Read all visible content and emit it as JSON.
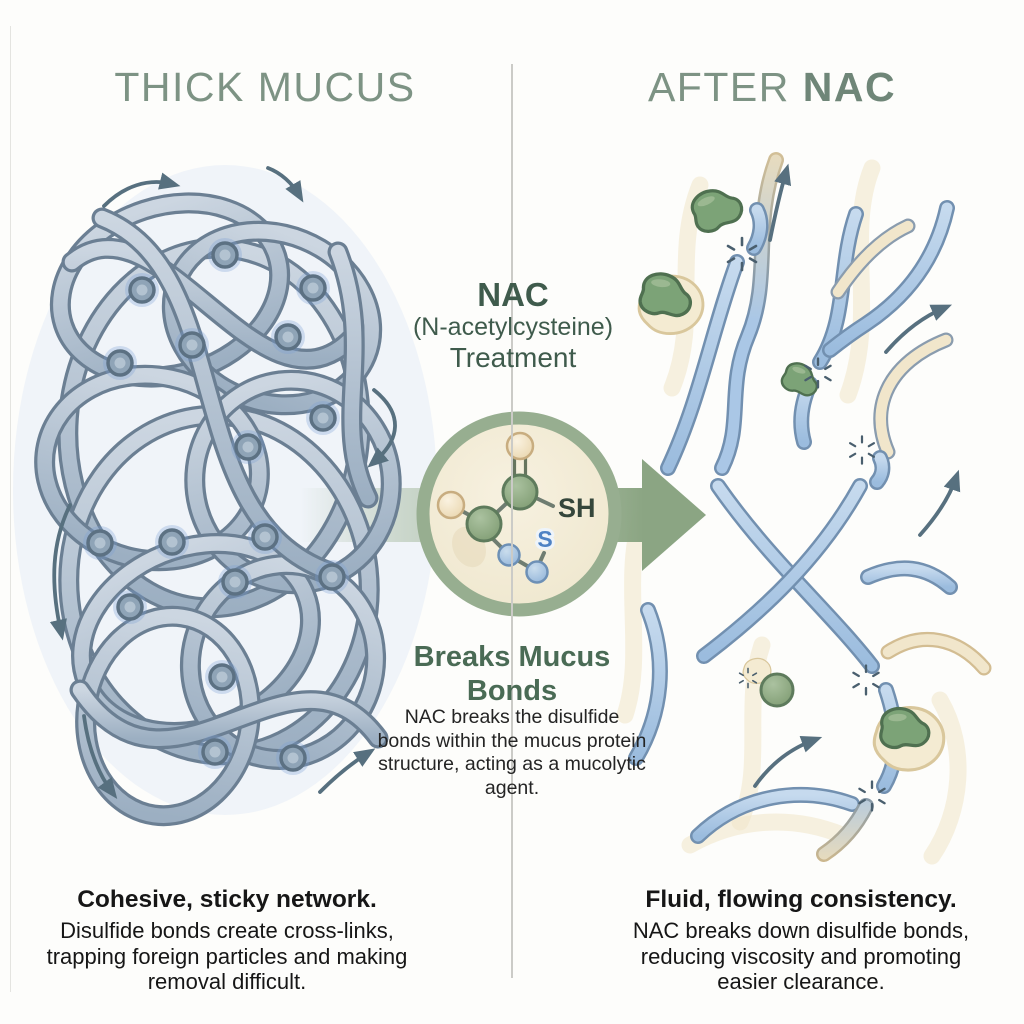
{
  "panels": {
    "left": {
      "title": "THICK MUCUS",
      "caption_heading": "Cohesive, sticky network.",
      "caption_body": "Disulfide bonds create cross-links, trapping foreign particles and making removal difficult."
    },
    "right": {
      "title_prefix": "AFTER ",
      "title_keyword": "NAC",
      "caption_heading": "Fluid, flowing consistency.",
      "caption_body": "NAC breaks down disulfide bonds, reducing viscosity and promoting easier clearance."
    }
  },
  "center": {
    "treatment_line1": "NAC",
    "treatment_line2": "(N-acetylcysteine)",
    "treatment_line3": "Treatment",
    "effect_heading": "Breaks Mucus Bonds",
    "effect_body": "NAC breaks the disulfide bonds within the mucus protein structure, acting as a mucolytic agent.",
    "molecule": {
      "thiol_label": "SH",
      "sulfur_label": "S"
    }
  },
  "colors": {
    "title_green": "#7d9384",
    "deep_green": "#3f5b4c",
    "effect_green": "#4a6b55",
    "arrow_sage": "#8ba583",
    "ring_sage": "#97ae90",
    "strand_gray_blue": "#6b7f93",
    "strand_blue": "#aac7e6",
    "strand_cream": "#eee0c0",
    "slate_arrow": "#57707f",
    "enzyme_green": "#7ca377",
    "sulfur_blue": "#4e82c4"
  }
}
